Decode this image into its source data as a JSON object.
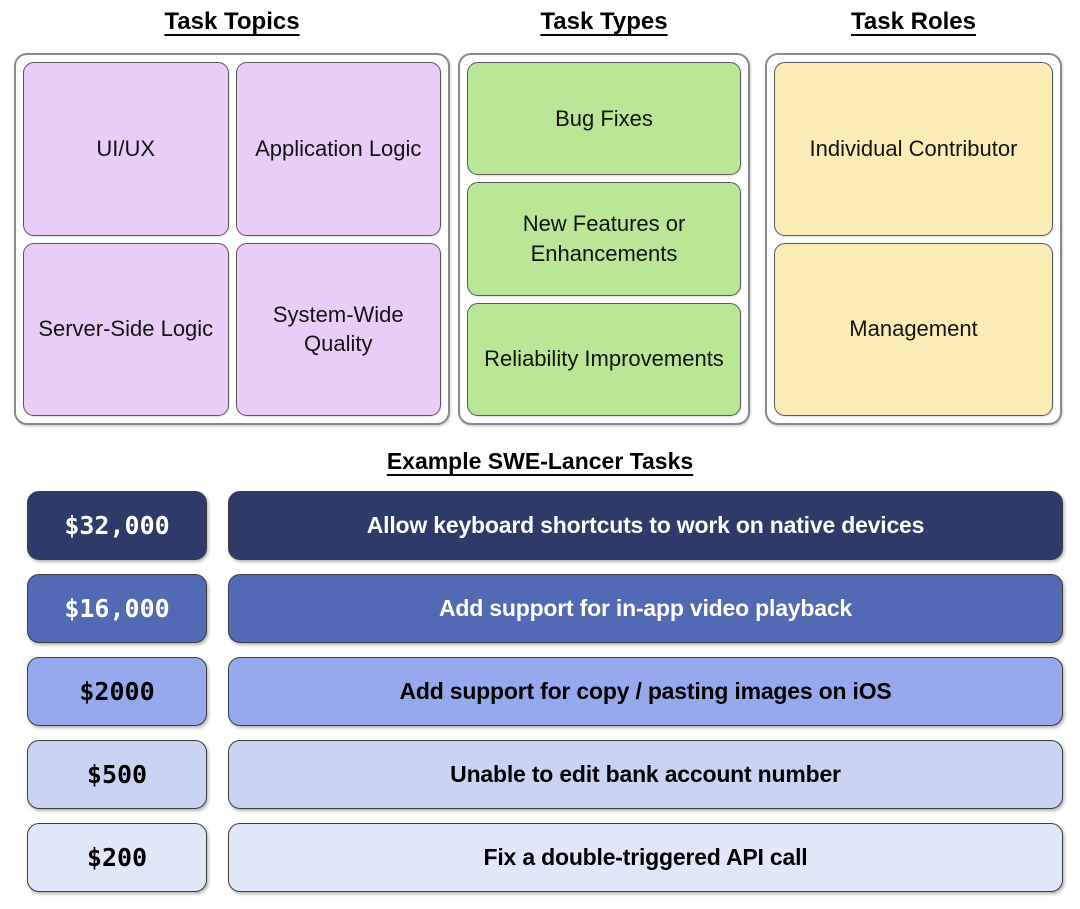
{
  "columns": [
    {
      "title": "Task Topics",
      "box_color": "#e9cdf8",
      "items": [
        {
          "label": "UI/UX"
        },
        {
          "label": "Application Logic"
        },
        {
          "label": "Server-Side Logic"
        },
        {
          "label": "System-Wide Quality"
        }
      ]
    },
    {
      "title": "Task Types",
      "box_color": "#b9e796",
      "items": [
        {
          "label": "Bug Fixes"
        },
        {
          "label": "New Features or Enhancements"
        },
        {
          "label": "Reliability Improvements"
        }
      ]
    },
    {
      "title": "Task Roles",
      "box_color": "#faecb4",
      "items": [
        {
          "label": "Individual Contributor"
        },
        {
          "label": "Management"
        }
      ]
    }
  ],
  "examples": {
    "title": "Example SWE-Lancer Tasks",
    "rows": [
      {
        "price": "$32,000",
        "task": "Allow keyboard shortcuts to work on native devices",
        "bg": "#2e3a69",
        "text_color": "#ffffff"
      },
      {
        "price": "$16,000",
        "task": "Add support for in-app video playback",
        "bg": "#5269b3",
        "text_color": "#ffffff"
      },
      {
        "price": "$2000",
        "task": "Add support for copy / pasting images on iOS",
        "bg": "#96a9ec",
        "text_color": "#000000"
      },
      {
        "price": "$500",
        "task": "Unable to edit bank account number",
        "bg": "#c9d4f4",
        "text_color": "#000000"
      },
      {
        "price": "$200",
        "task": "Fix a double-triggered API call",
        "bg": "#e0e7f9",
        "text_color": "#000000"
      }
    ]
  }
}
